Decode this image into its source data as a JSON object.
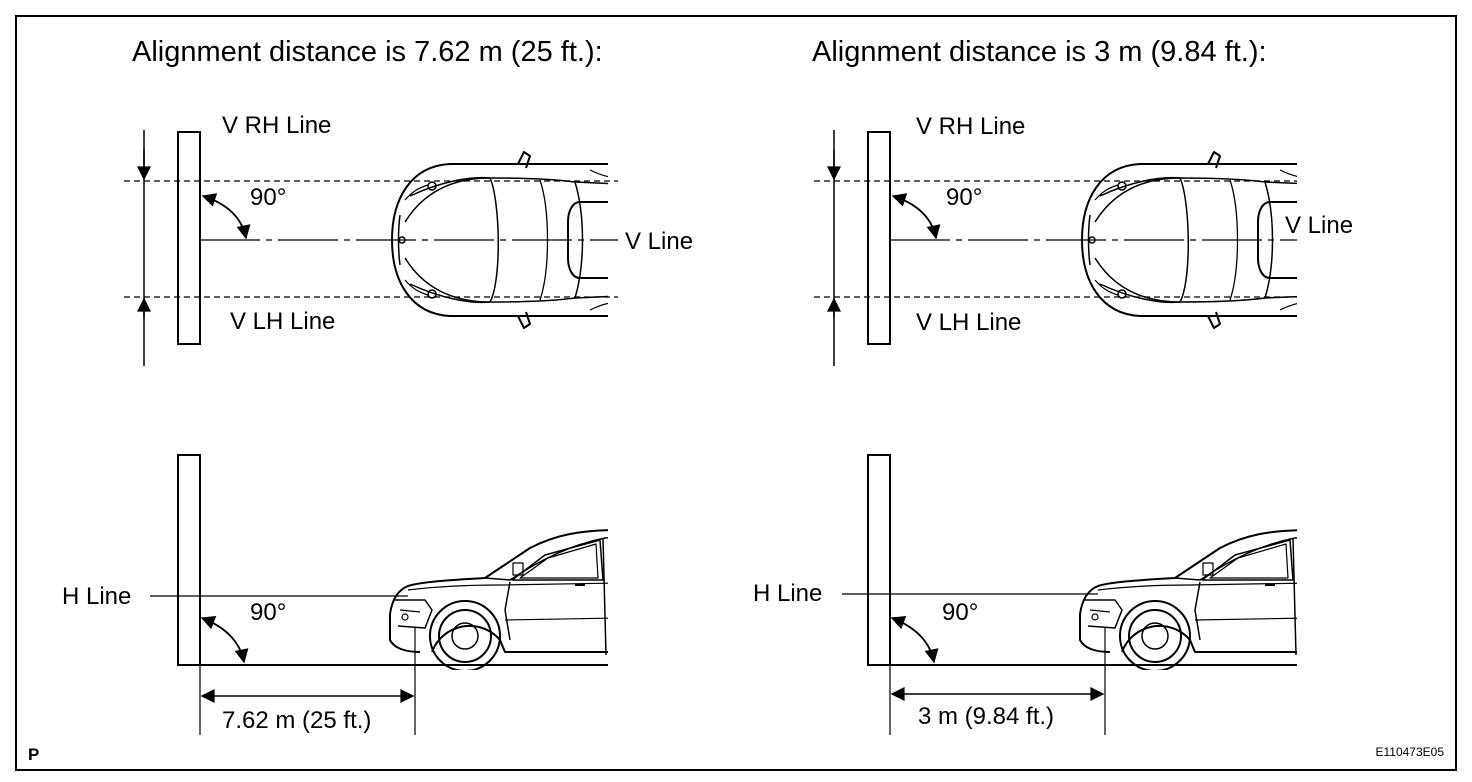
{
  "panels": [
    {
      "title": "Alignment distance is 7.62 m (25 ft.):",
      "v_rh_line": "V RH Line",
      "v_lh_line": "V LH Line",
      "v_line": "V Line",
      "h_line": "H Line",
      "angle_top": "90°",
      "angle_bottom": "90°",
      "distance": "7.62 m (25 ft.)"
    },
    {
      "title": "Alignment distance is 3 m (9.84 ft.):",
      "v_rh_line": "V RH Line",
      "v_lh_line": "V LH Line",
      "v_line": "V Line",
      "h_line": "H Line",
      "angle_top": "90°",
      "angle_bottom": "90°",
      "distance": "3 m (9.84 ft.)"
    }
  ],
  "corner_left": "P",
  "corner_right": "E110473E05"
}
